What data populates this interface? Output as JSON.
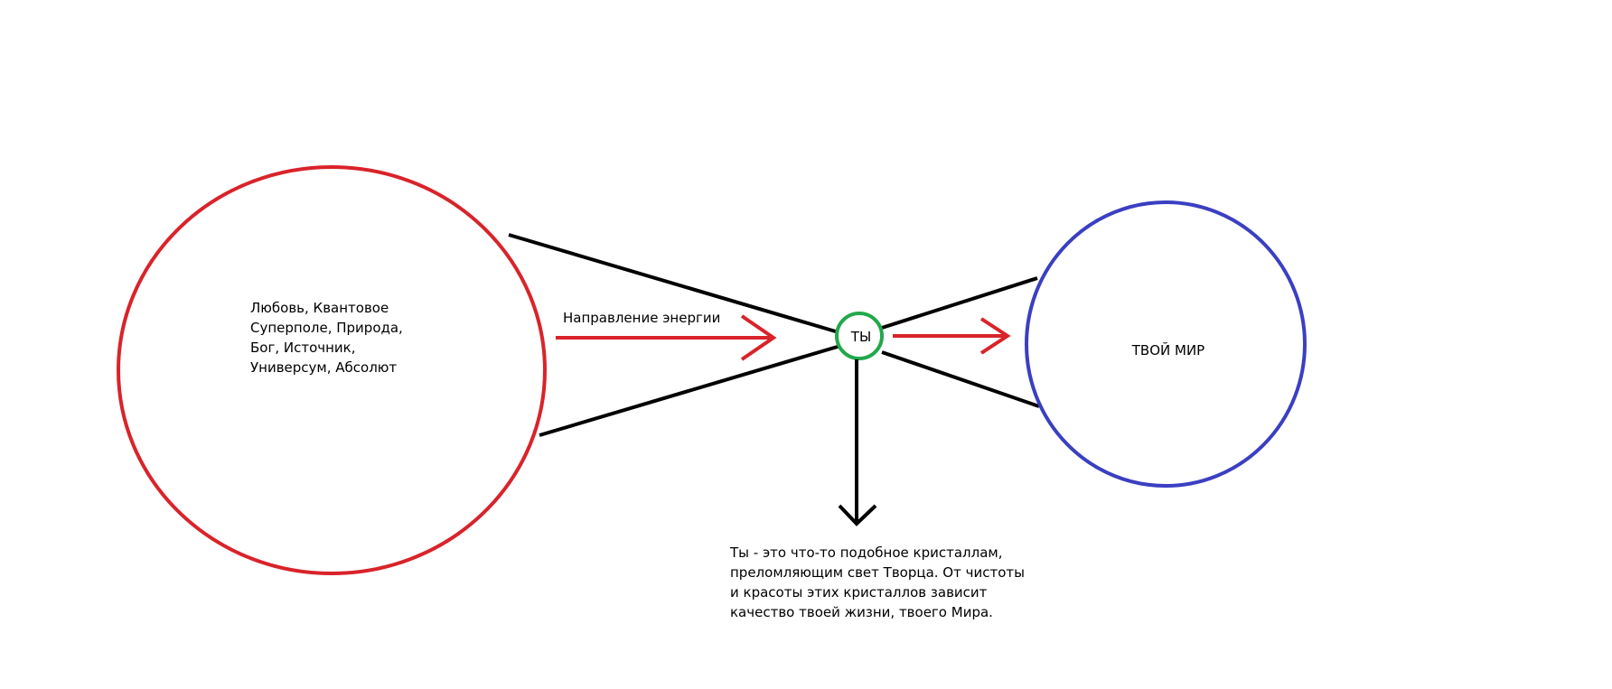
{
  "diagram": {
    "source_text": "Любовь, Квантовое\nСуперполе, Природа,\nБог, Источник,\nУниверсум, Абсолют",
    "energy_label": "Направление энергии",
    "you_label": "ТЫ",
    "world_label": "ТВОЙ МИР",
    "caption": "Ты - это что-то подобное кристаллам,\nпреломляющим свет Творца. От чистоты\nи красоты этих кристаллов зависит\nкачество твоей жизни, твоего Мира.",
    "colors": {
      "source_circle": "#d9232a",
      "arrows": "#d9232a",
      "you_circle": "#22a84a",
      "world_circle": "#3b3fc1",
      "lines": "#000000"
    }
  }
}
